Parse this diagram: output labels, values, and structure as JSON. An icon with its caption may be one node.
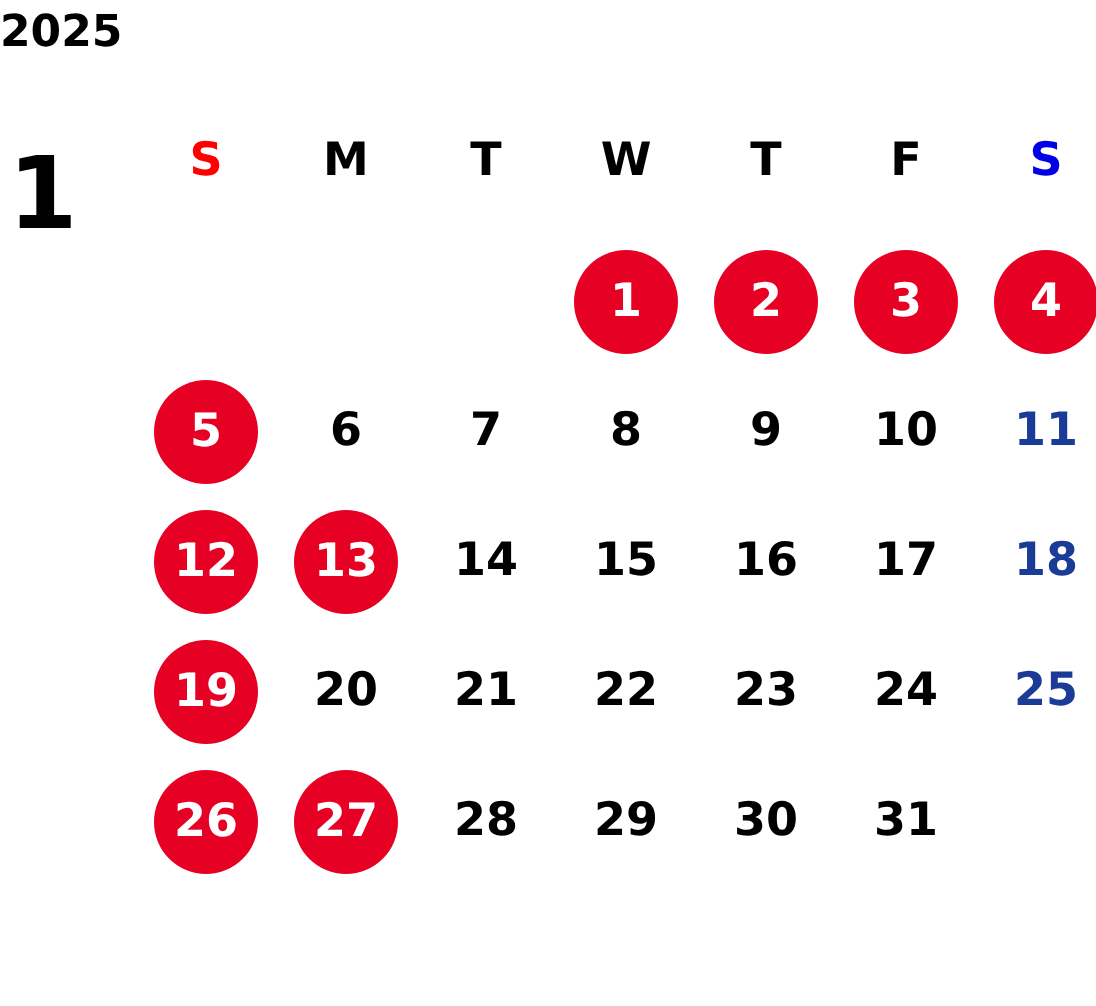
{
  "diagram": {
    "title": "2025",
    "nodes": [
      {
        "text": [
          "1"
        ]
      },
      {
        "text": [
          "2"
        ]
      },
      {
        "text": [
          "3"
        ]
      },
      {
        "text": [
          "4"
        ]
      },
      {
        "text": [
          "5"
        ]
      },
      {
        "text": [
          "12"
        ]
      },
      {
        "text": [
          "13"
        ]
      },
      {
        "text": [
          "19"
        ]
      },
      {
        "text": [
          "26"
        ]
      },
      {
        "text": [
          "27"
        ]
      }
    ],
    "labels": [
      "1",
      "S",
      "M",
      "T",
      "W",
      "T",
      "F",
      "S",
      "6",
      "7",
      "8",
      "9",
      "10",
      "11",
      "14",
      "15",
      "16",
      "17",
      "18",
      "20",
      "21",
      "22",
      "23",
      "24",
      "25",
      "28",
      "29",
      "30",
      "31"
    ]
  }
}
